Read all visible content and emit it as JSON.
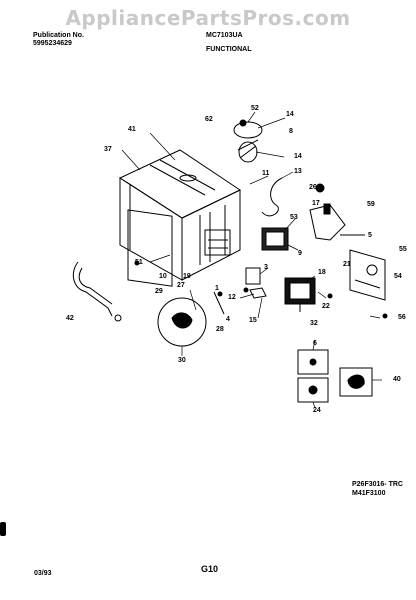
{
  "watermark": "AppliancePartsPros.com",
  "header": {
    "publication_label": "Publication No.",
    "publication_number": "5995234629",
    "model": "MC7103UA",
    "section": "FUNCTIONAL"
  },
  "part_numbers": [
    "62",
    "52",
    "14",
    "41",
    "8",
    "37",
    "14",
    "13",
    "11",
    "26",
    "17",
    "59",
    "53",
    "5",
    "55",
    "9",
    "3",
    "51",
    "10",
    "19",
    "12",
    "18",
    "21",
    "54",
    "42",
    "29",
    "27",
    "1",
    "4",
    "22",
    "56",
    "28",
    "15",
    "32",
    "30",
    "6",
    "40",
    "24"
  ],
  "footer": {
    "code_line1": "P26F3016- TRC",
    "code_line2": "M41F3100",
    "date": "03/93",
    "page": "G10"
  }
}
